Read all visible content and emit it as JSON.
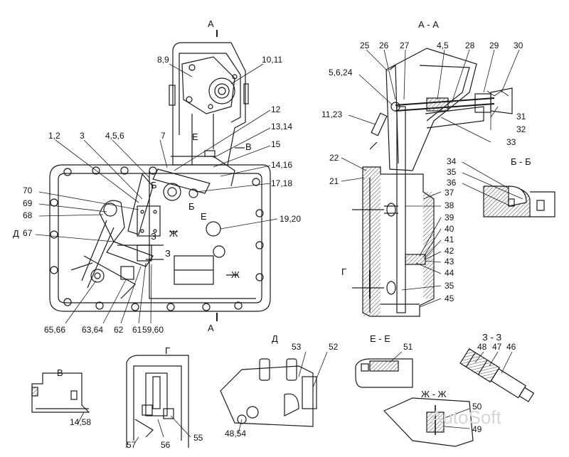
{
  "diagram": {
    "callouts": [
      {
        "id": "c1",
        "text": "8,9"
      },
      {
        "id": "c2",
        "text": "10,11"
      },
      {
        "id": "c3",
        "text": "12"
      },
      {
        "id": "c4",
        "text": "13,14"
      },
      {
        "id": "c5",
        "text": "15"
      },
      {
        "id": "c6",
        "text": "14,16"
      },
      {
        "id": "c7",
        "text": "17,18"
      },
      {
        "id": "c8",
        "text": "19,20"
      },
      {
        "id": "c9",
        "text": "1,2"
      },
      {
        "id": "c10",
        "text": "3"
      },
      {
        "id": "c11",
        "text": "4,5,6"
      },
      {
        "id": "c12",
        "text": "7"
      },
      {
        "id": "c13",
        "text": "70"
      },
      {
        "id": "c14",
        "text": "69"
      },
      {
        "id": "c15",
        "text": "68"
      },
      {
        "id": "c16",
        "text": "67"
      },
      {
        "id": "c17",
        "text": "65,66"
      },
      {
        "id": "c18",
        "text": "63,64"
      },
      {
        "id": "c19",
        "text": "62"
      },
      {
        "id": "c20",
        "text": "61"
      },
      {
        "id": "c21",
        "text": "59,60"
      },
      {
        "id": "c22",
        "text": "25"
      },
      {
        "id": "c23",
        "text": "26"
      },
      {
        "id": "c24",
        "text": "27"
      },
      {
        "id": "c25",
        "text": "4,5"
      },
      {
        "id": "c26",
        "text": "28"
      },
      {
        "id": "c27",
        "text": "29"
      },
      {
        "id": "c28",
        "text": "30"
      },
      {
        "id": "c29",
        "text": "5,6,24"
      },
      {
        "id": "c30",
        "text": "11,23"
      },
      {
        "id": "c31",
        "text": "31"
      },
      {
        "id": "c32",
        "text": "32"
      },
      {
        "id": "c33",
        "text": "33"
      },
      {
        "id": "c34",
        "text": "22"
      },
      {
        "id": "c35",
        "text": "21"
      },
      {
        "id": "c36",
        "text": "34"
      },
      {
        "id": "c37",
        "text": "35"
      },
      {
        "id": "c38",
        "text": "36"
      },
      {
        "id": "c39",
        "text": "37"
      },
      {
        "id": "c40",
        "text": "38"
      },
      {
        "id": "c41",
        "text": "39"
      },
      {
        "id": "c42",
        "text": "40"
      },
      {
        "id": "c43",
        "text": "41"
      },
      {
        "id": "c44",
        "text": "42"
      },
      {
        "id": "c45",
        "text": "43"
      },
      {
        "id": "c46",
        "text": "44"
      },
      {
        "id": "c47",
        "text": "35"
      },
      {
        "id": "c48",
        "text": "45"
      },
      {
        "id": "c49",
        "text": "14,58"
      },
      {
        "id": "c50",
        "text": "57"
      },
      {
        "id": "c51",
        "text": "56"
      },
      {
        "id": "c52",
        "text": "55"
      },
      {
        "id": "c53",
        "text": "53"
      },
      {
        "id": "c54",
        "text": "52"
      },
      {
        "id": "c55",
        "text": "48,54"
      },
      {
        "id": "c56",
        "text": "51"
      },
      {
        "id": "c57",
        "text": "48"
      },
      {
        "id": "c58",
        "text": "47"
      },
      {
        "id": "c59",
        "text": "46"
      },
      {
        "id": "c60",
        "text": "50"
      },
      {
        "id": "c61",
        "text": "49"
      }
    ],
    "section_marks": [
      {
        "id": "s1",
        "text": "А"
      },
      {
        "id": "s2",
        "text": "А"
      },
      {
        "id": "s3",
        "text": "В"
      },
      {
        "id": "s4",
        "text": "Е"
      },
      {
        "id": "s5",
        "text": "Е"
      },
      {
        "id": "s6",
        "text": "Б"
      },
      {
        "id": "s7",
        "text": "Б"
      },
      {
        "id": "s8",
        "text": "Ж"
      },
      {
        "id": "s9",
        "text": "Ж"
      },
      {
        "id": "s10",
        "text": "З"
      },
      {
        "id": "s11",
        "text": "З"
      },
      {
        "id": "s12",
        "text": "Д"
      },
      {
        "id": "s13",
        "text": "Г"
      }
    ],
    "view_titles": [
      {
        "id": "v1",
        "text": "А - А"
      },
      {
        "id": "v2",
        "text": "Б - Б"
      },
      {
        "id": "v3",
        "text": "В"
      },
      {
        "id": "v4",
        "text": "Г"
      },
      {
        "id": "v5",
        "text": "Д"
      },
      {
        "id": "v6",
        "text": "Е - Е"
      },
      {
        "id": "v7",
        "text": "З - З"
      },
      {
        "id": "v8",
        "text": "Ж - Ж"
      }
    ],
    "watermark": "AutoSoft",
    "colors": {
      "line": "#1a1a1a",
      "hatch": "#444444",
      "background": "#ffffff",
      "watermark": "#d6d6d6"
    }
  }
}
